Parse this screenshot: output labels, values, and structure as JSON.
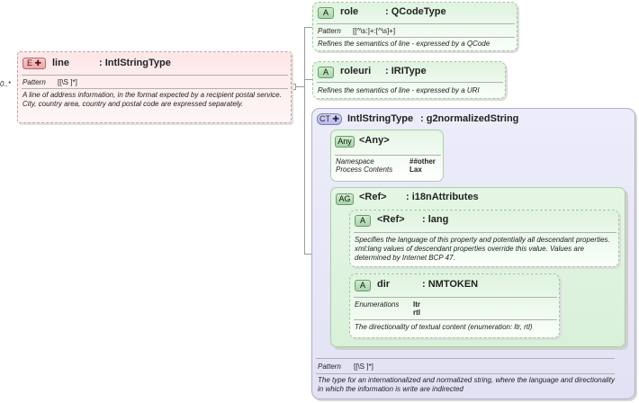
{
  "line_element": {
    "badge": "E",
    "name": "line",
    "type": ": IntlStringType",
    "multiplicity": "0..*",
    "pattern_label": "Pattern",
    "pattern_value": "[[\\S ]*]",
    "description": "A line of address information, in the format expected by a recipient postal service. City, country area, country and postal code are expressed separately."
  },
  "role_attr": {
    "badge": "A",
    "name": "role",
    "type": ": QCodeType",
    "pattern_label": "Pattern",
    "pattern_value": "[[^\\s:]+:[^\\s]+]",
    "description": "Refines the semantics of line - expressed by a QCode"
  },
  "roleuri_attr": {
    "badge": "A",
    "name": "roleuri",
    "type": ": IRIType",
    "description": "Refines the semantics of line - expressed by a URI"
  },
  "complex_type": {
    "badge": "CT",
    "name": "IntlStringType",
    "base": ": g2normalizedString",
    "pattern_label": "Pattern",
    "pattern_value": "[[\\S ]*]",
    "description": "The type for an internationalized and normalized string, where the language and directionality in which the information is write are indirected"
  },
  "any_block": {
    "badge": "Any",
    "name": "<Any>",
    "namespace_label": "Namespace",
    "namespace_value": "##other",
    "process_label": "Process Contents",
    "process_value": "Lax"
  },
  "attr_group": {
    "badge": "AG",
    "ref": "<Ref>",
    "name": ": i18nAttributes"
  },
  "lang_attr": {
    "badge": "A",
    "ref": "<Ref>",
    "name": ": lang",
    "description": "Specifies the language of this property and potentially all descendant properties. xml:lang values of descendant properties override this value. Values are determined by Internet BCP 47."
  },
  "dir_attr": {
    "badge": "A",
    "name": "dir",
    "type": ": NMTOKEN",
    "enum_label": "Enumerations",
    "enum_values": [
      "ltr",
      "rtl"
    ],
    "description": "The directionality of textual content (enumeration: ltr, rtl)"
  }
}
